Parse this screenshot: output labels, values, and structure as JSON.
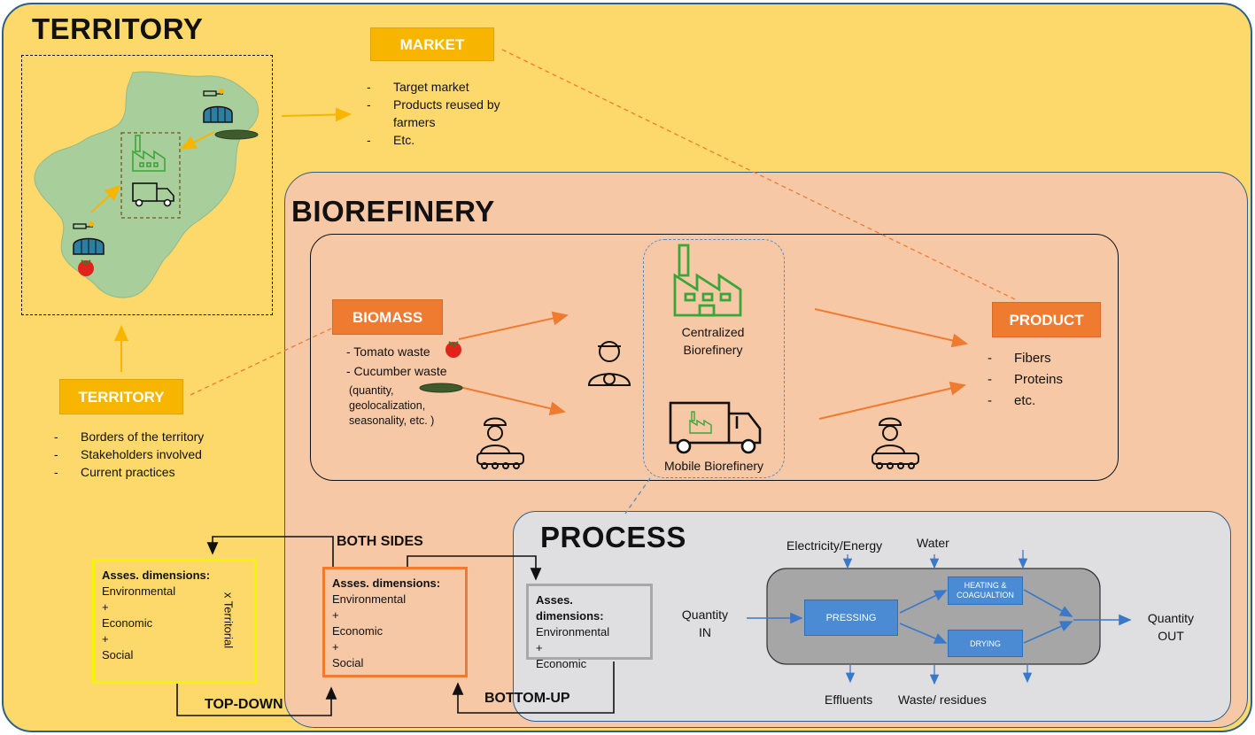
{
  "territory_panel": {
    "title": "TERRITORY",
    "label": "TERRITORY",
    "items": [
      "Borders of the territory",
      "Stakeholders involved",
      "Current practices"
    ]
  },
  "market": {
    "label": "MARKET",
    "items": [
      "Target market",
      "Products reused by farmers",
      "Etc."
    ]
  },
  "biorefinery": {
    "title": "BIOREFINERY",
    "biomass_label": "BIOMASS",
    "biomass_items": [
      "- Tomato waste",
      "- Cucumber waste"
    ],
    "biomass_note": "(quantity, geolocalization, seasonality, etc. )",
    "centralized": "Centralized Biorefinery",
    "mobile": "Mobile Biorefinery",
    "product_label": "PRODUCT",
    "product_items": [
      "Fibers",
      "Proteins",
      "etc."
    ]
  },
  "process": {
    "title": "PROCESS",
    "inputs": [
      "Electricity/Energy",
      "Water"
    ],
    "quantity_in": "Quantity IN",
    "quantity_out": "Quantity OUT",
    "pressing": "PRESSING",
    "heating": "HEATING & COAGUALTION",
    "drying": "DRYING",
    "outputs": [
      "Effluents",
      "Waste/ residues"
    ]
  },
  "assessment": {
    "territorial": {
      "heading": "Asses. dimensions:",
      "lines": [
        "Environmental",
        "+",
        "Economic",
        "+",
        "Social"
      ],
      "side": "x Territorial"
    },
    "biorefinery": {
      "heading": "Asses. dimensions:",
      "lines": [
        "Environmental",
        "+",
        "Economic",
        "+",
        "Social"
      ]
    },
    "process": {
      "heading": "Asses. dimensions:",
      "lines": [
        "Environmental",
        "+",
        "Economic"
      ]
    },
    "both_sides": "BOTH SIDES",
    "top_down": "TOP-DOWN",
    "bottom_up": "BOTTOM-UP"
  },
  "colors": {
    "territory_bg": "#fdd86a",
    "biorefinery_bg": "#f7c8a6",
    "process_bg": "#dfdfe2",
    "label_yellow": "#f7b500",
    "label_orange": "#ef7b31",
    "process_box": "#4a8bd4",
    "factory_green": "#3aa63a"
  }
}
